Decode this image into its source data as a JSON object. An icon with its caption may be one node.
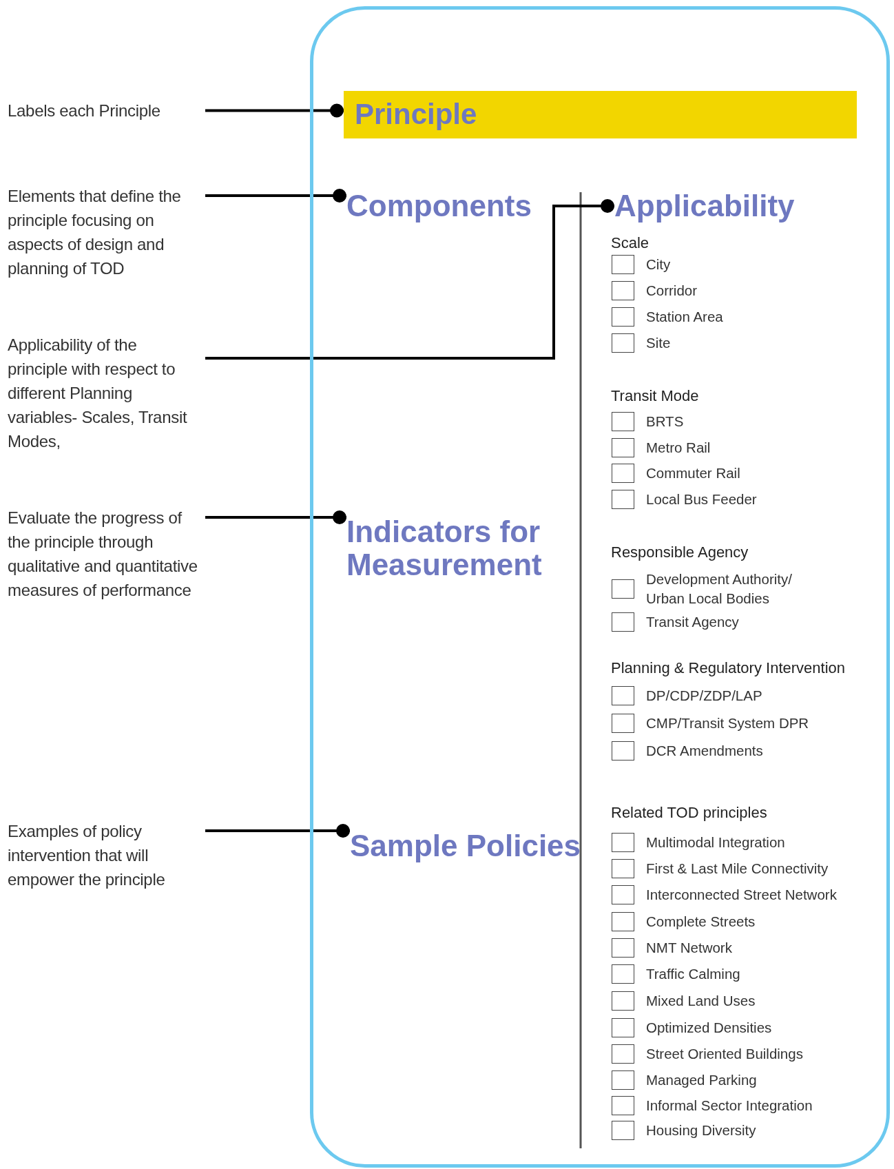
{
  "diagram": {
    "nodes": [
      {
        "text": [],
        "shape": "box"
      },
      {
        "text": [
          "Labels each Principle"
        ]
      },
      {
        "text": [
          "Principle"
        ],
        "in": 0
      },
      {
        "text": [
          "Elements that define the principle focusing on aspects of design and planning of TOD"
        ]
      },
      {
        "text": [
          "Components"
        ],
        "in": 0
      },
      {
        "text": [
          "Applicability of the principle with respect to different Planning variables- Scales, Transit Modes,"
        ]
      },
      {
        "text": [
          "Applicability"
        ],
        "in": 0
      },
      {
        "text": [
          "Evaluate the progress of the principle through qualitative and quantitative measures of performance"
        ]
      },
      {
        "text": [
          "Indicators for Measurement"
        ],
        "in": 0
      },
      {
        "text": [
          "Examples of policy intervention that will empower the principle"
        ]
      },
      {
        "text": [
          "Sample Policies"
        ],
        "in": 0
      }
    ],
    "edges": [
      {
        "from": 1,
        "to": 2,
        "arrow": "other"
      },
      {
        "from": 3,
        "to": 4,
        "arrow": "other"
      },
      {
        "from": 5,
        "to": 6,
        "arrow": "other"
      },
      {
        "from": 7,
        "to": 8,
        "arrow": "other"
      },
      {
        "from": 9,
        "to": 10,
        "arrow": "other"
      }
    ],
    "labels": [
      "Scale",
      "City",
      "Corridor",
      "Station Area",
      "Site",
      "Transit Mode",
      "BRTS",
      "Metro Rail",
      "Commuter Rail",
      "Local Bus Feeder",
      "Responsible Agency",
      "Development Authority/ Urban Local Bodies",
      "Transit Agency",
      "Planning & Regulatory Intervention",
      "DP/CDP/ZDP/LAP",
      "CMP/Transit System DPR",
      "DCR Amendments",
      "Related TOD principles",
      "Multimodal Integration",
      "First & Last Mile Connectivity",
      "Interconnected Street Network",
      "Complete Streets",
      "NMT Network",
      "Traffic Calming",
      "Mixed Land Uses",
      "Optimized Densities",
      "Street Oriented Buildings",
      "Managed Parking",
      "Informal Sector Integration",
      "Housing Diversity"
    ]
  }
}
